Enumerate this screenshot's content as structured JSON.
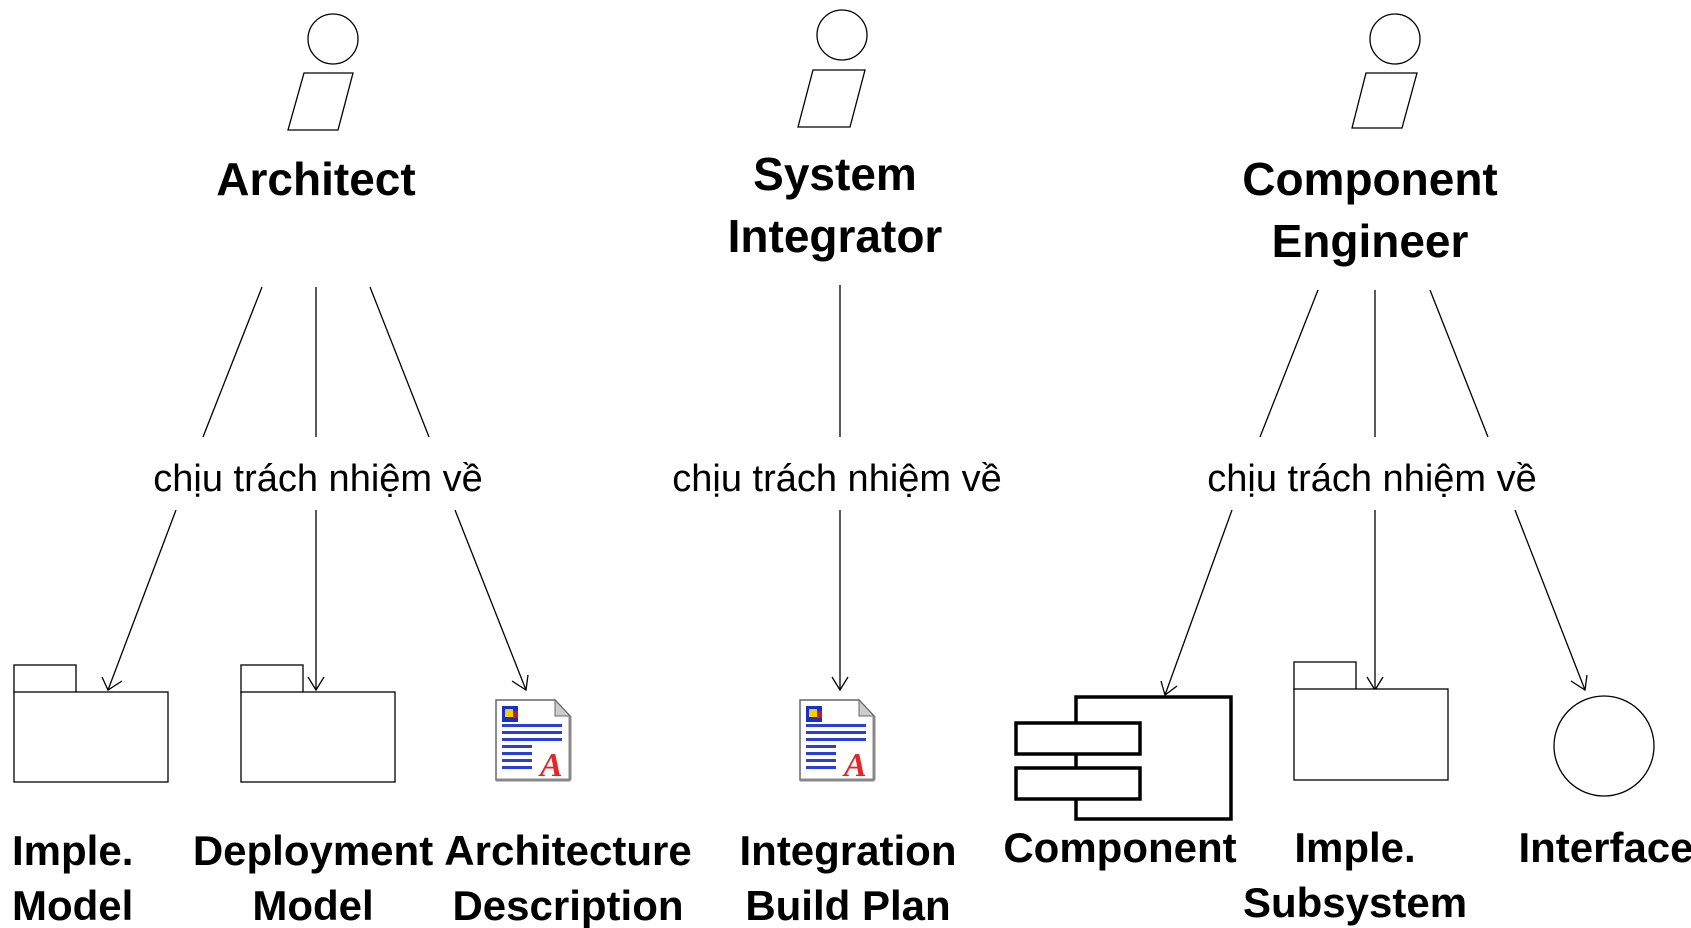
{
  "workers": [
    {
      "name_lines": [
        "Architect"
      ]
    },
    {
      "name_lines": [
        "System",
        "Integrator"
      ]
    },
    {
      "name_lines": [
        "Component",
        "Engineer"
      ]
    }
  ],
  "relation_label": "chịu trách nhiệm về",
  "artifacts": [
    {
      "kind": "package",
      "name_lines": [
        "Imple.",
        "Model"
      ]
    },
    {
      "kind": "package",
      "name_lines": [
        "Deployment",
        "Model"
      ]
    },
    {
      "kind": "document",
      "name_lines": [
        "Architecture",
        "Description"
      ]
    },
    {
      "kind": "document",
      "name_lines": [
        "Integration",
        "Build Plan"
      ]
    },
    {
      "kind": "component",
      "name_lines": [
        "Component"
      ]
    },
    {
      "kind": "package",
      "name_lines": [
        "Imple.",
        "Subsystem"
      ]
    },
    {
      "kind": "interface",
      "name_lines": [
        "Interface"
      ]
    }
  ],
  "icons": {
    "worker": "worker-icon",
    "package": "package-icon",
    "document": "document-icon",
    "component": "component-icon",
    "interface": "interface-icon"
  }
}
